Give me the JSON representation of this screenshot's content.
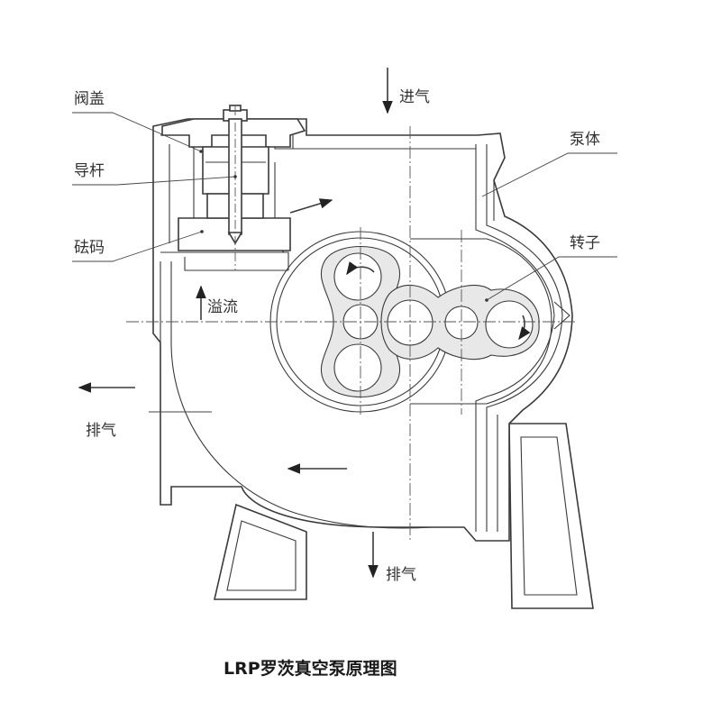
{
  "diagram": {
    "caption": "LRP罗茨真空泵原理图",
    "labels": {
      "valve_cover": "阀盖",
      "guide_rod": "导杆",
      "weight": "砝码",
      "overflow": "溢流",
      "inlet": "进气",
      "pump_body": "泵体",
      "rotor": "转子",
      "exhaust_left": "排气",
      "exhaust_bottom": "排气"
    }
  }
}
